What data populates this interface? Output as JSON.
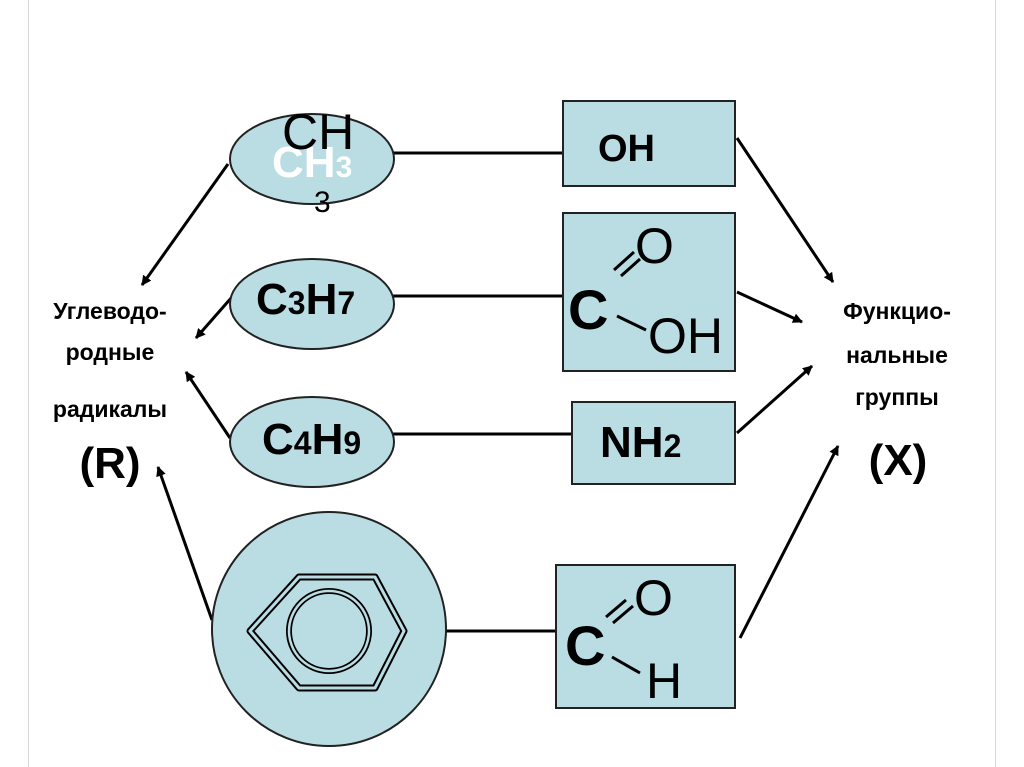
{
  "left_label": {
    "line1": "Углеводо-",
    "line2": "родные",
    "line3": "радикалы",
    "symbol": "(R)"
  },
  "right_label": {
    "line1": "Функцио-",
    "line2": "нальные",
    "line3": "группы",
    "symbol": "(X)"
  },
  "radicals": {
    "methyl": {
      "element": "CH",
      "subscript": "3",
      "ghost": "CH",
      "ghost_sub": "3"
    },
    "propyl": {
      "c": "C",
      "c_sub": "3",
      "h": "H",
      "h_sub": "7"
    },
    "butyl": {
      "c": "C",
      "c_sub": "4",
      "h": "H",
      "h_sub": "9"
    },
    "phenyl": {
      "description": "benzene-ring"
    }
  },
  "functional_groups": {
    "hydroxyl": {
      "text": "OH"
    },
    "carboxyl": {
      "c": "C",
      "o": "O",
      "oh": "OH"
    },
    "amino": {
      "n": "NH",
      "n_sub": "2"
    },
    "aldehyde": {
      "c": "C",
      "o": "O",
      "h": "H"
    }
  },
  "colors": {
    "fill": "#b9dde3",
    "stroke": "#222222",
    "ghost_text": "#ffffff"
  }
}
